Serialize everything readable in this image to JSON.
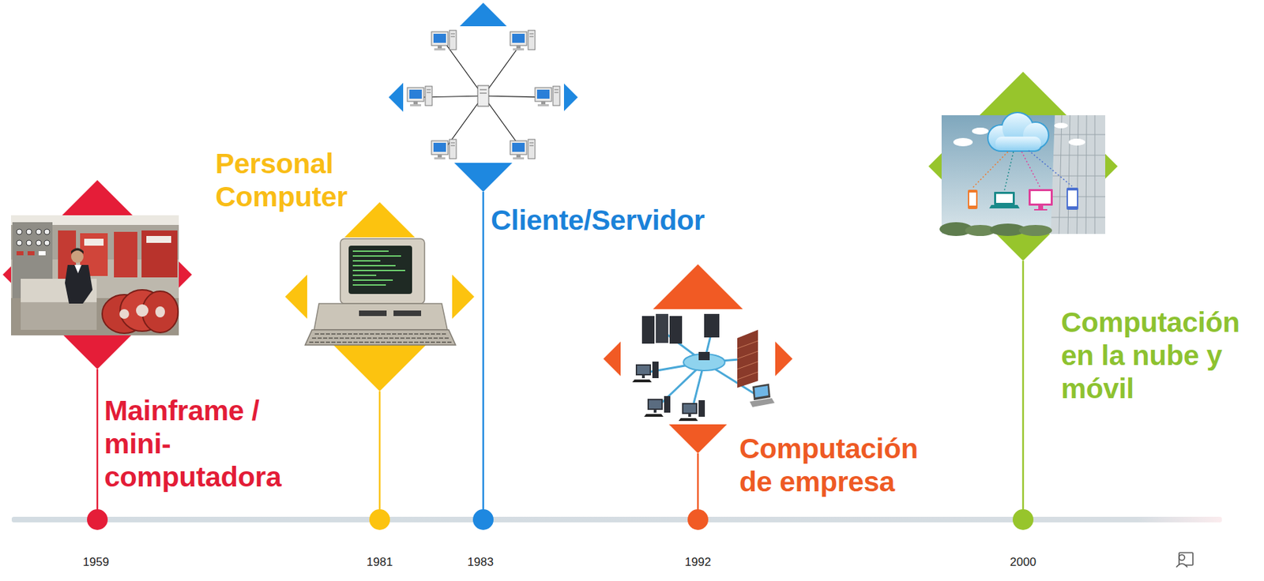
{
  "diagram": {
    "nodes": [
      {
        "text": [
          "Mainframe / mini-computadora"
        ]
      },
      {
        "text": [
          "Personal Computer"
        ]
      },
      {
        "text": [
          "Cliente/Servidor"
        ]
      },
      {
        "text": [
          "Computación de empresa"
        ]
      },
      {
        "text": [
          "Computación en la nube y móvil"
        ]
      }
    ],
    "labels": [
      "1959",
      "1981",
      "1983",
      "1992",
      "2000"
    ]
  }
}
